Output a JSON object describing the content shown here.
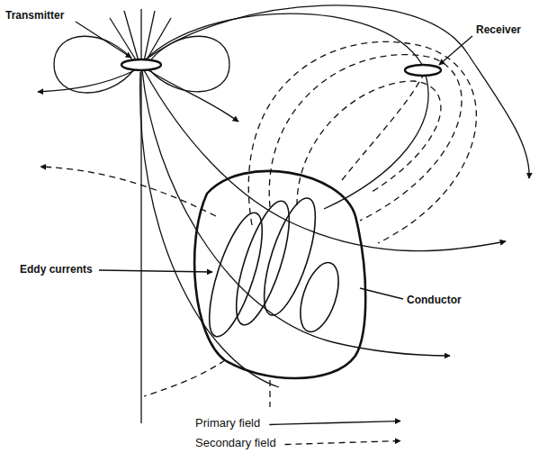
{
  "diagram": {
    "labels": [
      "Transmitter",
      "Receiver",
      "Eddy currents",
      "Conductor"
    ],
    "legend": [
      {
        "text": "Primary field"
      },
      {
        "text": "Secondary field"
      }
    ]
  }
}
